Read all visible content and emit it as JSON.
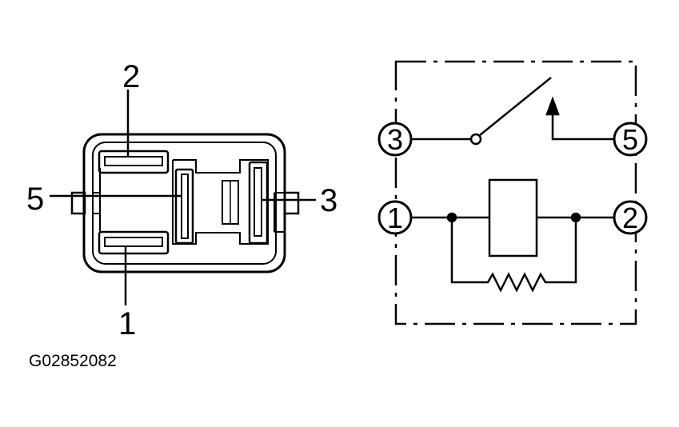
{
  "connector": {
    "labels": {
      "top": "2",
      "left": "5",
      "right": "3",
      "bottom": "1"
    }
  },
  "schematic": {
    "pins": {
      "switch_left": "3",
      "switch_right": "5",
      "coil_left": "1",
      "coil_right": "2"
    }
  },
  "figure_code": "G02852082"
}
